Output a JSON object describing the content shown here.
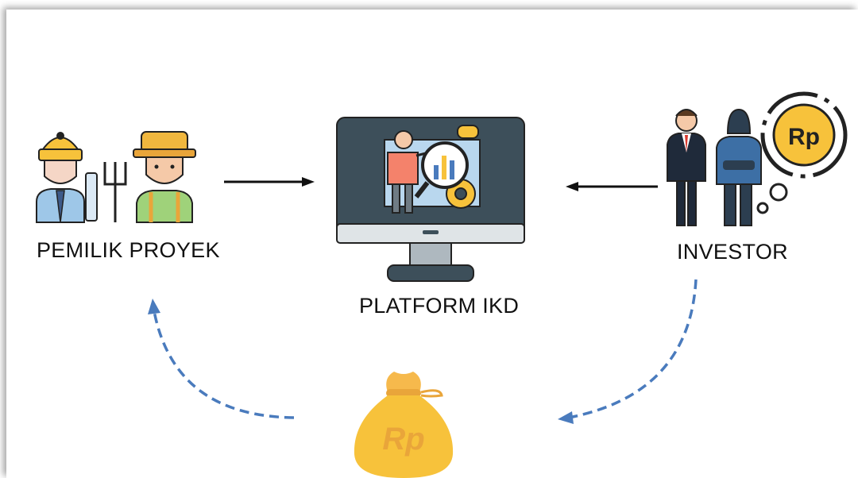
{
  "diagram": {
    "nodes": {
      "project_owner": {
        "label": "PEMILIK PROYEK",
        "icon": "workers-icon"
      },
      "platform": {
        "label": "PLATFORM IKD",
        "icon": "monitor-analytics-icon"
      },
      "investor": {
        "label": "INVESTOR",
        "icon": "investors-icon",
        "badge": "Rp"
      },
      "money": {
        "icon": "money-bag-icon",
        "badge": "Rp"
      }
    },
    "edges": [
      {
        "from": "project_owner",
        "to": "platform",
        "style": "solid"
      },
      {
        "from": "investor",
        "to": "platform",
        "style": "solid"
      },
      {
        "from": "investor",
        "to": "money",
        "style": "dashed"
      },
      {
        "from": "money",
        "to": "project_owner",
        "style": "dashed"
      }
    ],
    "colors": {
      "solid_arrow": "#111111",
      "dashed_arrow": "#4a7bbd",
      "monitor": "#3d4f5a",
      "coin_gold": "#f7c23b"
    }
  }
}
